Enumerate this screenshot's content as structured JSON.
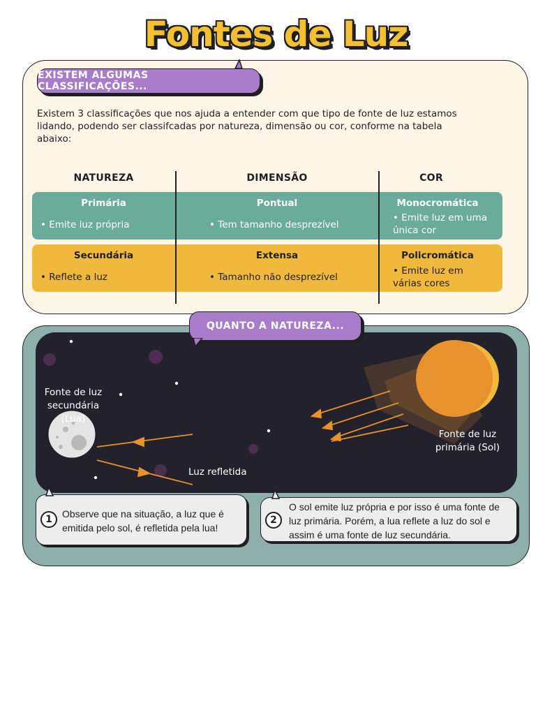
{
  "title": "Fontes de Luz",
  "section1": {
    "tag": "EXISTEM ALGUMAS CLASSIFICAÇÕES...",
    "intro": "Existem 3 classificações que nos ajuda a entender com que tipo de fonte de luz estamos lidando, podendo ser classifcadas por natureza, dimensão ou cor, conforme na tabela abaixo:",
    "table": {
      "headers": [
        "NATUREZA",
        "DIMENSÃO",
        "COR"
      ],
      "rows": [
        {
          "natureza": {
            "title": "Primária",
            "text": "• Emite luz própria"
          },
          "dimensao": {
            "title": "Pontual",
            "text": "• Tem tamanho desprezível"
          },
          "cor": {
            "title": "Monocromática",
            "text": "• Emite luz em uma única cor"
          }
        },
        {
          "natureza": {
            "title": "Secundária",
            "text": "• Reflete a luz"
          },
          "dimensao": {
            "title": "Extensa",
            "text": "• Tamanho não desprezível"
          },
          "cor": {
            "title": "Policromática",
            "text": "• Emite luz em várias cores"
          }
        }
      ]
    }
  },
  "section2": {
    "tag": "QUANTO A NATUREZA...",
    "moon_label": "Fonte de luz secundária (Lua)",
    "sun_label": "Fonte de luz primária (Sol)",
    "reflected_label": "Luz refletida",
    "note1": {
      "number": "1",
      "text": "Observe que na situação, a luz que é emitida pelo sol, é refletida pela lua!"
    },
    "note2": {
      "number": "2",
      "text": "O sol emite luz própria e por isso é uma fonte de luz primária. Porém, a lua reflete a luz do sol e assim é uma fonte de luz secundária."
    }
  },
  "colors": {
    "purple": "#a97cc9",
    "teal": "#6aab9a",
    "yellow": "#f0b93d",
    "cream": "#fdf5e5",
    "sage": "#8fb0aa",
    "space": "#23222c",
    "sun": "#e8922e",
    "arrow": "#e8922e"
  }
}
